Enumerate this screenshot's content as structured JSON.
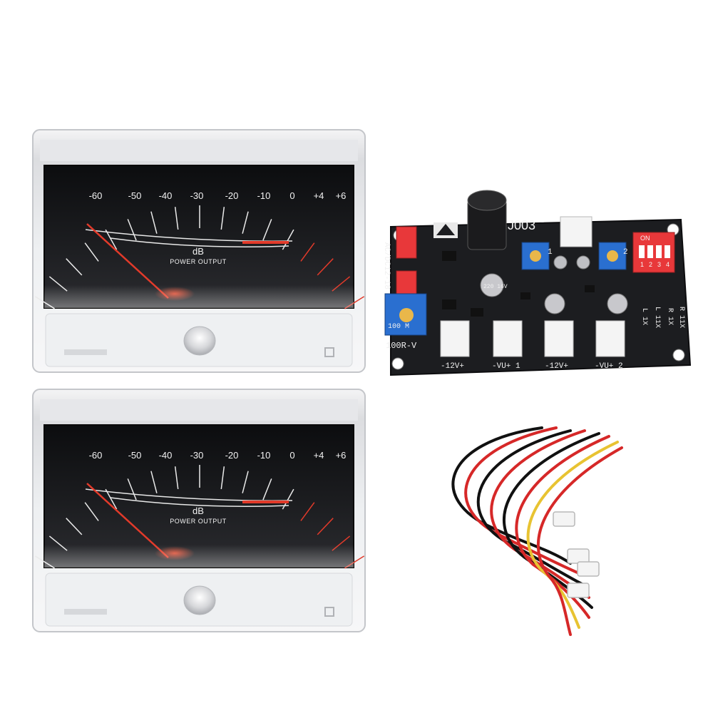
{
  "meter_top": {
    "scale_labels": [
      "-60",
      "-50",
      "-40",
      "-30",
      "-20",
      "-10",
      "0",
      "+4",
      "+6"
    ],
    "unit": "dB",
    "caption": "POWER OUTPUT"
  },
  "meter_bottom": {
    "scale_labels": [
      "-60",
      "-50",
      "-40",
      "-30",
      "-20",
      "-10",
      "0",
      "+4",
      "+6"
    ],
    "unit": "dB",
    "caption": "POWER OUTPUT"
  },
  "driver_board": {
    "model": "J003",
    "input_label": "AC/DC12-18",
    "pot_label": "100R-V",
    "pot_marking": "100 M",
    "switch_label": "ON",
    "switch_numbers": [
      "1",
      "2",
      "3",
      "4"
    ],
    "capacitor_marking": "220 16V",
    "connector_labels": [
      "-12V+",
      "-VU+ 1",
      "-12V+",
      "-VU+ 2"
    ],
    "range_labels": [
      "R 11X",
      "R 1X",
      "L 11X",
      "L 1X"
    ],
    "channel_marks": [
      "1",
      "2"
    ]
  },
  "colors": {
    "needle": "#e23a2a",
    "meter_face": "#151618",
    "pcb": "#1c1d20",
    "header_red": "#e8383a",
    "trimpot_blue": "#2a6fd0"
  }
}
